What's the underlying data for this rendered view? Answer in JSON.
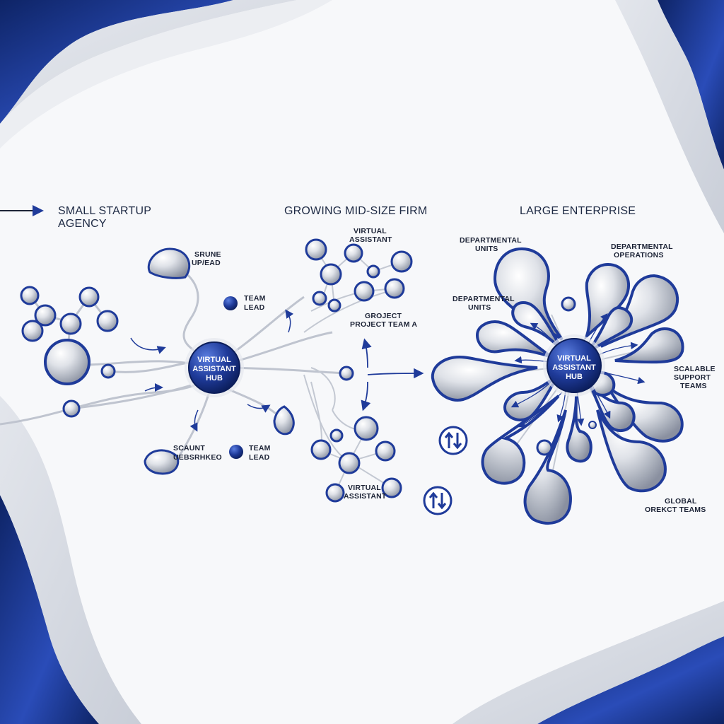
{
  "colors": {
    "accent_blue": "#1f3b9a",
    "deep_navy": "#0e2466",
    "silver": "#c7ccd6",
    "background": "#f7f8fa"
  },
  "stages": [
    {
      "title_line1": "SMALL STARTUP",
      "title_line2": "AGENCY",
      "hub_line1": "VIRTUAL",
      "hub_line2": "ASSISTANT",
      "hub_line3": "HUB",
      "label_top_a": "SRUNE",
      "label_top_b": "UP/EAD",
      "label_team_lead_top_a": "TEAM",
      "label_team_lead_top_b": "LEAD",
      "label_bottom_a": "SCAUNT",
      "label_bottom_b": "UEBSRHKEO",
      "label_team_lead_bottom_a": "TEAM",
      "label_team_lead_bottom_b": "LEAD"
    },
    {
      "title": "GROWING MID-SIZE FIRM",
      "label_va_top_a": "VIRTUAL",
      "label_va_top_b": "ASSISTANT",
      "label_project_a": "GROJECT",
      "label_project_b": "PROJECT TEAM A",
      "label_va_bottom_a": "VIRTUAL",
      "label_va_bottom_b": "ASSISTANT"
    },
    {
      "title": "LARGE ENTERPRISE",
      "hub_line1": "VIRTUAL",
      "hub_line2": "ASSISTANT",
      "hub_line3": "HUB",
      "label_dept1_a": "DEPARTMENTAL",
      "label_dept1_b": "UNITS",
      "label_dept2_a": "DEPARTMENTAL",
      "label_dept2_b": "UNITS",
      "label_ops_a": "DEPARTMENTAL",
      "label_ops_b": "OPERATIONS",
      "label_scalable_a": "SCALABLE",
      "label_scalable_b": "SUPPORT",
      "label_scalable_c": "TEAMS",
      "label_global_a": "GLOBAL",
      "label_global_b": "OREKCT TEAMS"
    }
  ],
  "icons": [
    "arrow-right-icon",
    "up-down-arrows-icon",
    "up-down-arrows-icon"
  ]
}
